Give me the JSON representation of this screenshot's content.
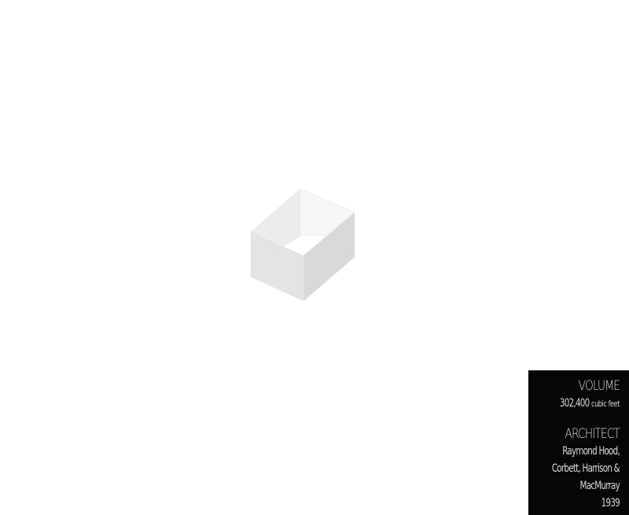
{
  "figure": {
    "subject": "building-volume-box",
    "colors": {
      "background": "#ffffff",
      "box_top_face": "#f4f4f4",
      "box_left_face": "#e2e2e2",
      "box_right_face": "#d6d6d6",
      "box_inner_left": "#ececec",
      "box_inner_right": "#f7f7f7",
      "box_edge": "#e9e9e9",
      "panel_background": "#060606",
      "panel_text": "#d8d8d8"
    }
  },
  "info": {
    "volume_label": "VOLUME",
    "volume_value": "302,400",
    "volume_unit": "cubic feet",
    "architect_label": "ARCHITECT",
    "architect_lines": [
      "Raymond Hood,",
      "Corbett, Harrison &",
      "MacMurray"
    ],
    "year": "1939"
  }
}
